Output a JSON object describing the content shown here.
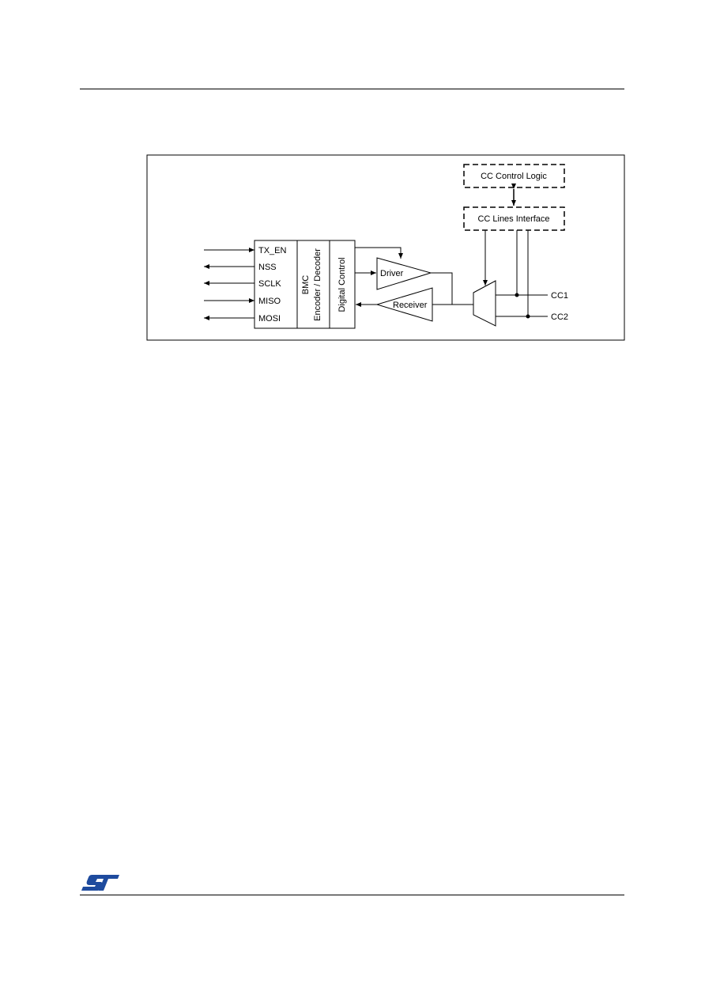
{
  "diagram": {
    "inputs": {
      "tx_en": "TX_EN",
      "nss": "NSS",
      "sclk": "SCLK",
      "miso": "MISO",
      "mosi": "MOSI"
    },
    "bmc_line1": "BMC",
    "bmc_line2": "Encoder / Decoder",
    "digital_control": "Digital Control",
    "driver": "Driver",
    "receiver": "Receiver",
    "cc_control_logic": "CC Control Logic",
    "cc_lines_interface": "CC Lines Interface",
    "cc1": "CC1",
    "cc2": "CC2"
  },
  "footer": {
    "logo": "ST"
  },
  "colors": {
    "logo_blue": "#1e4b9e"
  }
}
